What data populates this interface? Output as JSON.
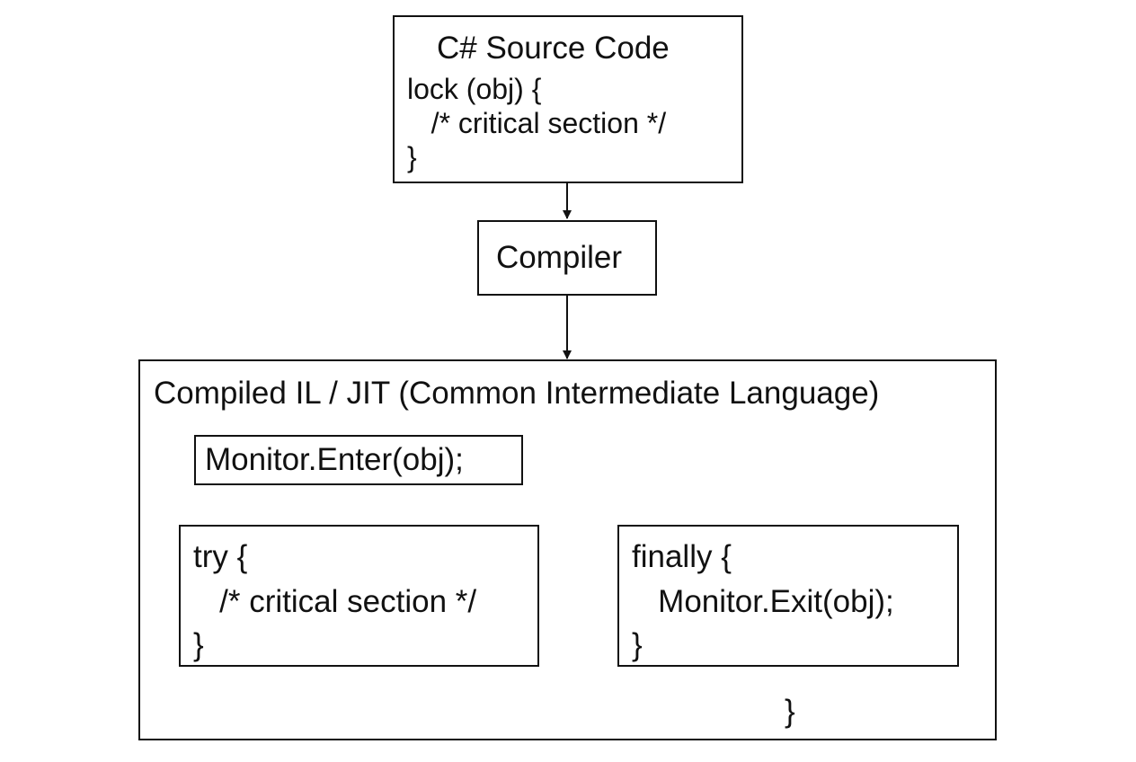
{
  "source": {
    "title": "C# Source Code",
    "lines": [
      "lock (obj) {",
      "   /* critical section */",
      "}"
    ]
  },
  "compiler": {
    "label": "Compiler"
  },
  "il": {
    "title": "Compiled IL / JIT (Common Intermediate Language)",
    "enter": "Monitor.Enter(obj);",
    "try_lines": [
      "try {",
      "   /* critical section */",
      "}"
    ],
    "finally_lines": [
      "finally {",
      "   Monitor.Exit(obj);",
      "}"
    ],
    "closing_brace": "}"
  }
}
